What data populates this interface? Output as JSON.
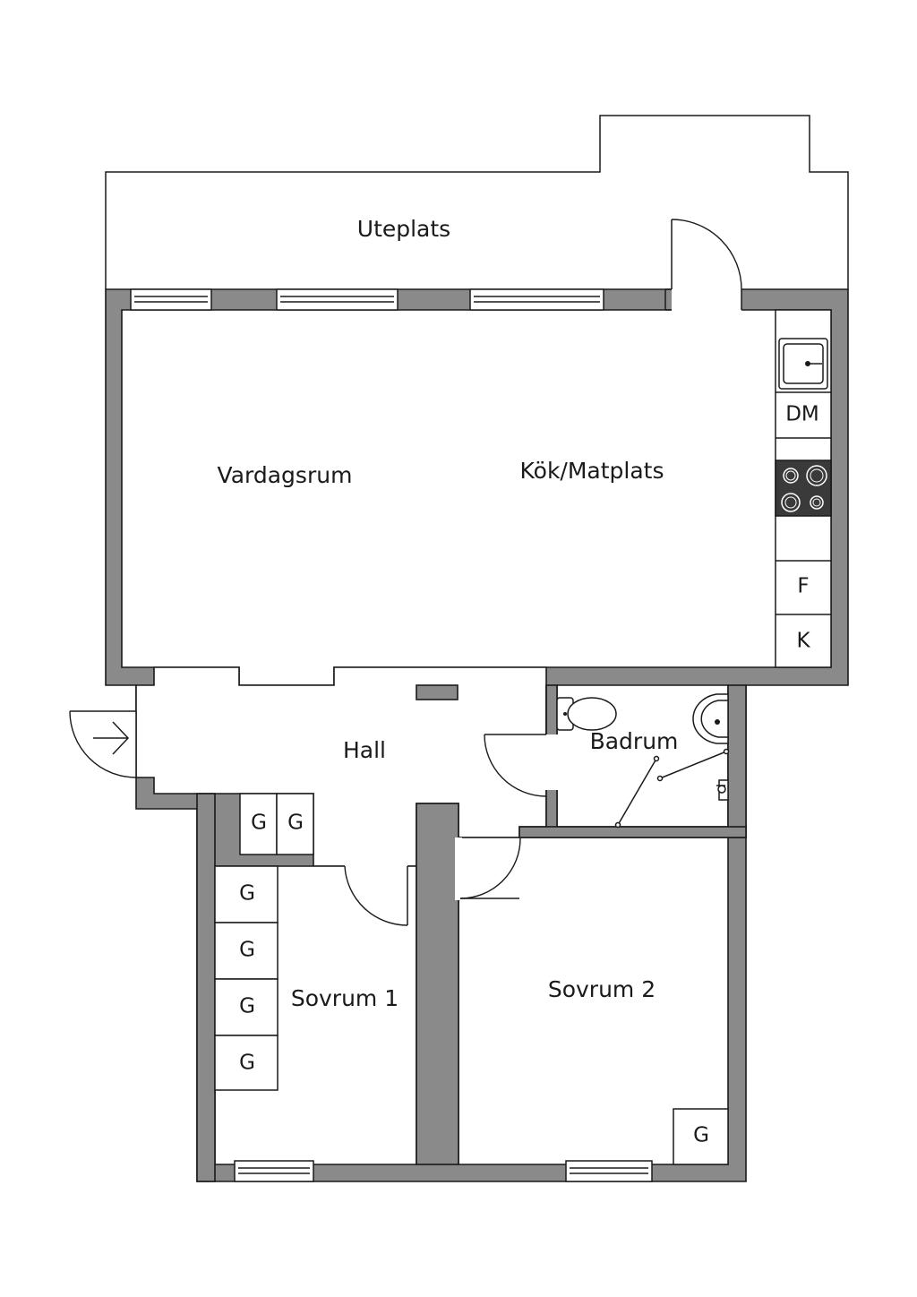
{
  "rooms": {
    "uteplats": "Uteplats",
    "vardagsrum": "Vardagsrum",
    "kok": "Kök/Matplats",
    "hall": "Hall",
    "badrum": "Badrum",
    "sovrum1": "Sovrum 1",
    "sovrum2": "Sovrum 2"
  },
  "kitchen_units": {
    "dishwasher": "DM",
    "freezer": "F",
    "fridge": "K"
  },
  "wardrobe_label": "G",
  "colors": {
    "wall": "#8a8a8a",
    "line": "#1a1a1a",
    "stove": "#3a3a3a"
  }
}
